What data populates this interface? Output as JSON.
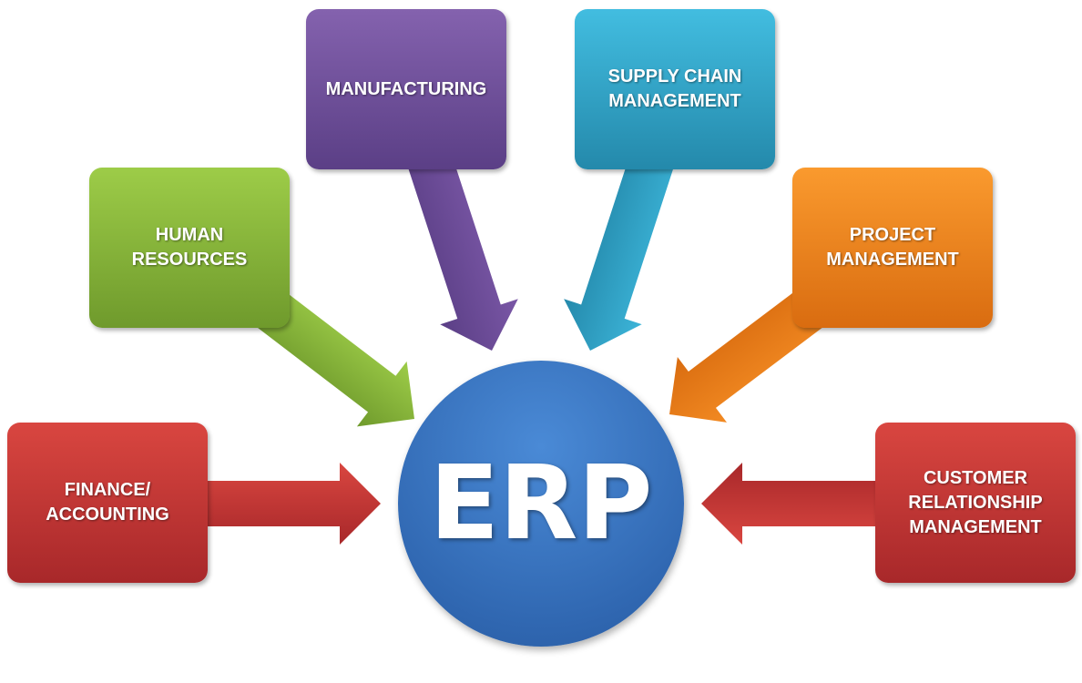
{
  "center": {
    "label": "ERP",
    "color": "#3572c0"
  },
  "modules": [
    {
      "label": "FINANCE/\nACCOUNTING",
      "color": "#c0342f"
    },
    {
      "label": "HUMAN\nRESOURCES",
      "color": "#86b83c"
    },
    {
      "label": "MANUFACTURING",
      "color": "#6e4f9a"
    },
    {
      "label": "SUPPLY CHAIN\nMANAGEMENT",
      "color": "#33a6c8"
    },
    {
      "label": "PROJECT\nMANAGEMENT",
      "color": "#ec8420"
    },
    {
      "label": "CUSTOMER\nRELATIONSHIP\nMANAGEMENT",
      "color": "#c0342f"
    }
  ]
}
